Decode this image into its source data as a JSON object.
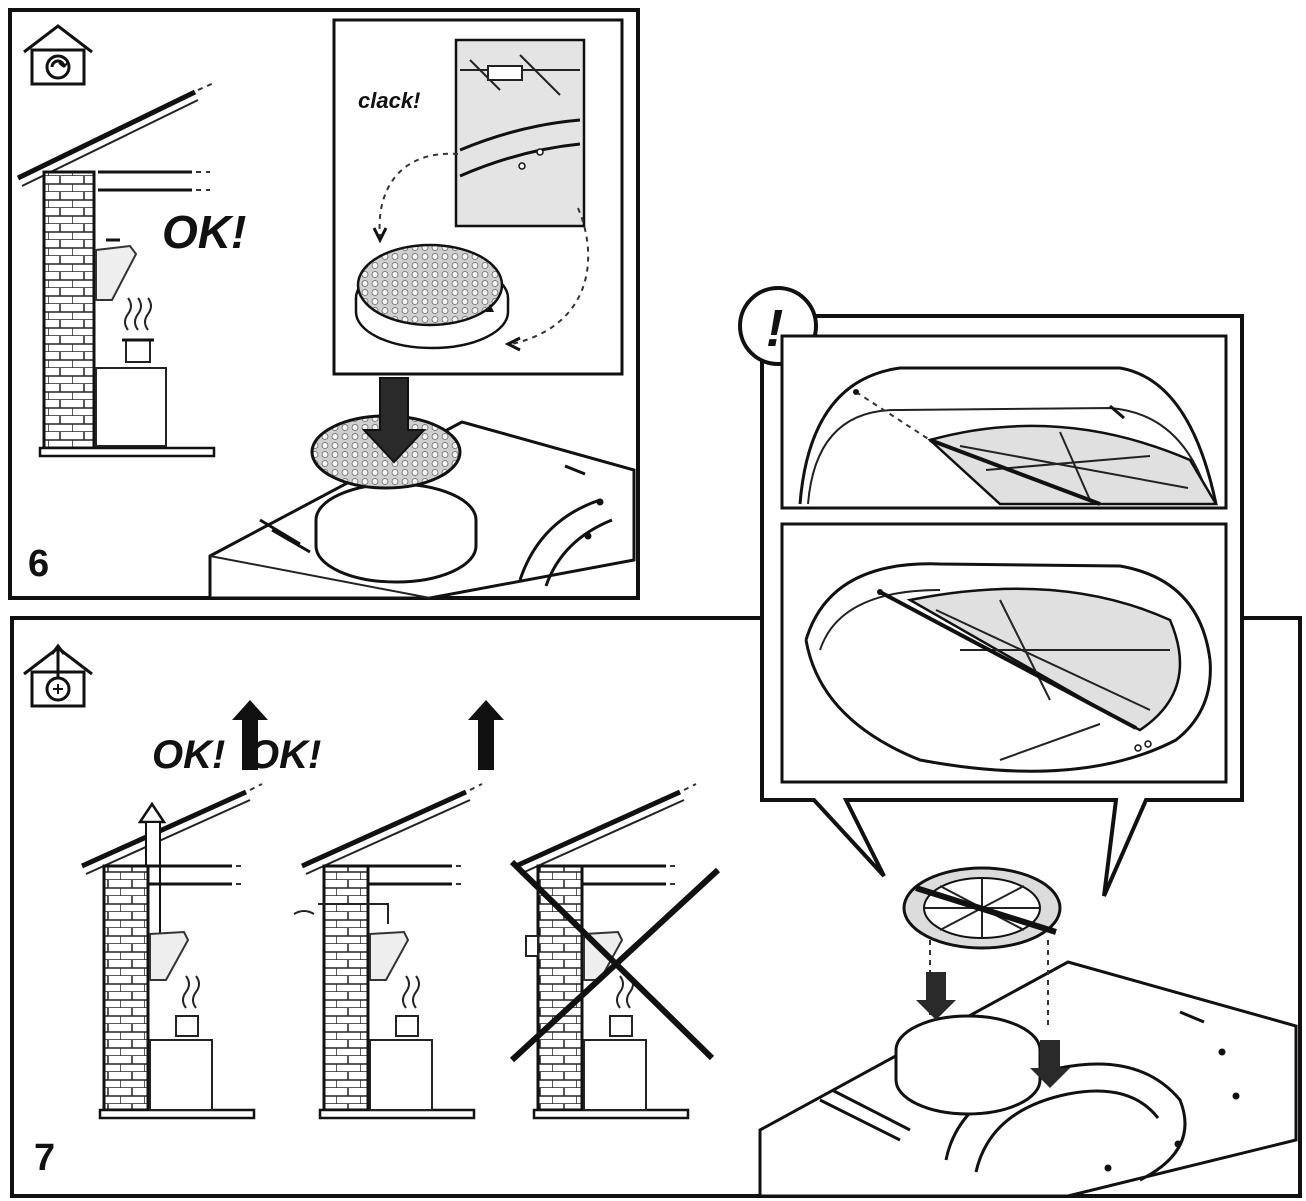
{
  "step6": {
    "number": "6",
    "ok_label": "OK!",
    "clack_label": "clack!",
    "mode_icon": "recirculation-house-icon"
  },
  "step7": {
    "number": "7",
    "ok_label_1": "OK!",
    "ok_label_2": "OK!",
    "mode_icon": "ducted-extraction-house-icon"
  },
  "warning": {
    "symbol": "!"
  },
  "colors": {
    "line": "#111111",
    "panel_bg": "#ffffff",
    "filter_fill": "#d8d8d8"
  }
}
